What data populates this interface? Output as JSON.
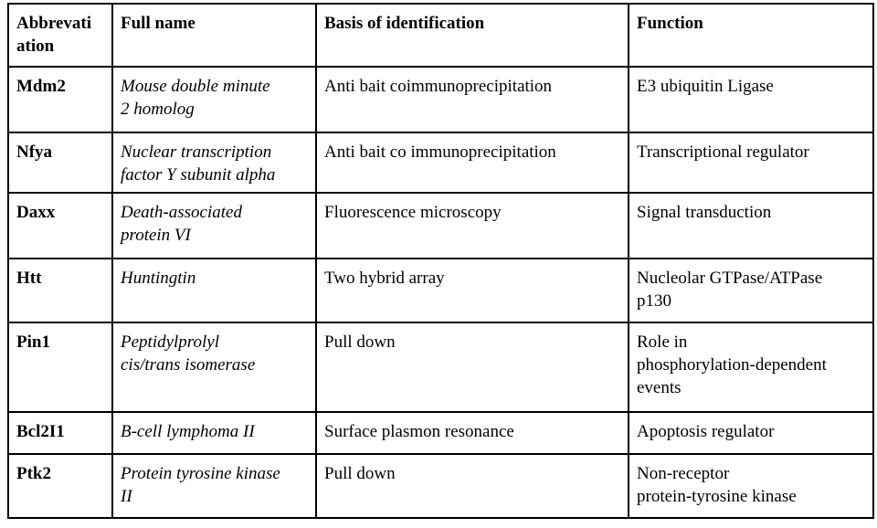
{
  "table": {
    "colors": {
      "border": "#000000",
      "background": "#ffffff",
      "text": "#000000"
    },
    "columns": [
      {
        "key": "abbreviation",
        "label": "Abbrevati\nation"
      },
      {
        "key": "full_name",
        "label": "Full name"
      },
      {
        "key": "basis",
        "label": "Basis of identification"
      },
      {
        "key": "function",
        "label": "Function"
      }
    ],
    "rows": [
      {
        "abbreviation": "Mdm2",
        "full_name": "Mouse double minute\n2 homolog",
        "basis": "Anti bait coimmunoprecipitation",
        "function": "E3 ubiquitin Ligase"
      },
      {
        "abbreviation": "Nfya",
        "full_name": "Nuclear transcription\nfactor Y subunit alpha",
        "basis": "Anti bait co immunoprecipitation",
        "function": "Transcriptional regulator"
      },
      {
        "abbreviation": "Daxx",
        "full_name": "Death-associated\nprotein VI",
        "basis": "Fluorescence microscopy",
        "function": "Signal transduction"
      },
      {
        "abbreviation": "Htt",
        "full_name": "Huntingtin",
        "basis": "Two hybrid array",
        "function": "Nucleolar GTPase/ATPase\np130"
      },
      {
        "abbreviation": "Pin1",
        "full_name": "Peptidylprolyl\ncis/trans isomerase",
        "basis": "Pull down",
        "function": "Role in\nphosphorylation-dependent\nevents"
      },
      {
        "abbreviation": "Bcl2I1",
        "full_name": "B-cell lymphoma II",
        "basis": "Surface plasmon resonance",
        "function": "Apoptosis regulator"
      },
      {
        "abbreviation": "Ptk2",
        "full_name": "Protein tyrosine kinase\nII",
        "basis": "Pull down",
        "function": "Non-receptor\nprotein-tyrosine kinase"
      }
    ]
  }
}
